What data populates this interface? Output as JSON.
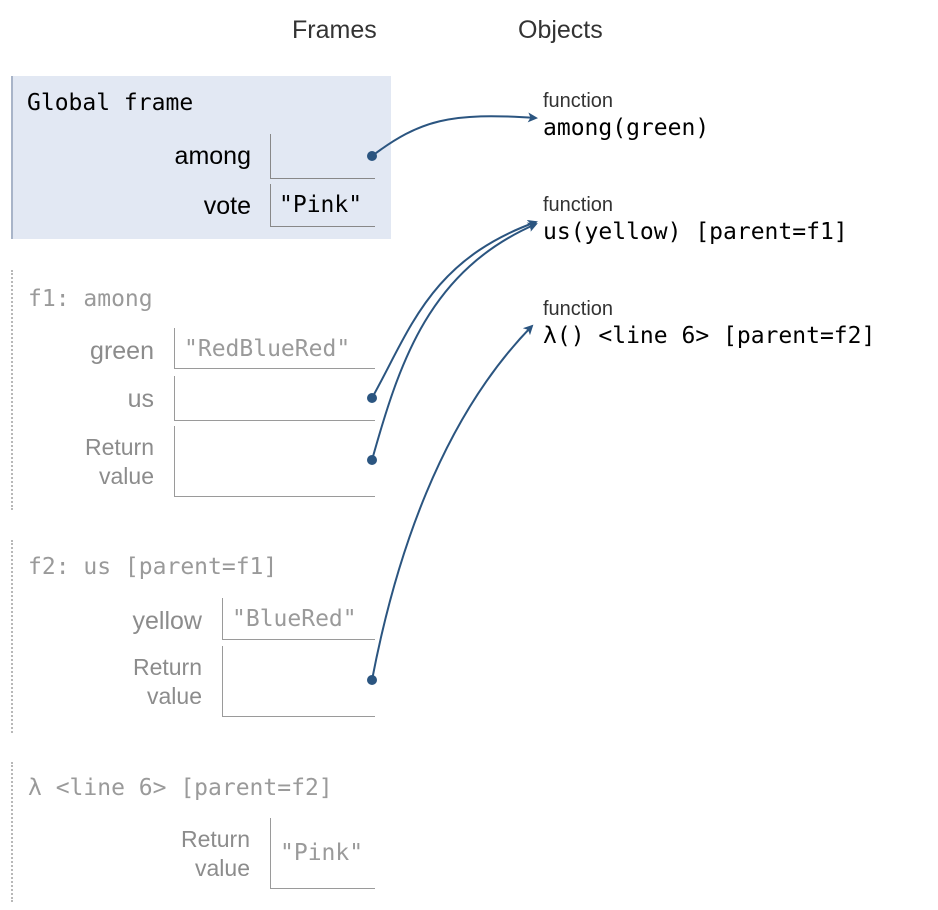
{
  "headers": {
    "frames": "Frames",
    "objects": "Objects"
  },
  "global_frame": {
    "title": "Global frame",
    "vars": [
      {
        "name": "among",
        "value": ""
      },
      {
        "name": "vote",
        "value": "\"Pink\""
      }
    ]
  },
  "f1": {
    "title": "f1: among",
    "vars": [
      {
        "name": "green",
        "value": "\"RedBlueRed\""
      },
      {
        "name": "us",
        "value": ""
      }
    ],
    "return_label": [
      "Return",
      "value"
    ]
  },
  "f2": {
    "title": "f2: us [parent=f1]",
    "vars": [
      {
        "name": "yellow",
        "value": "\"BlueRed\""
      }
    ],
    "return_label": [
      "Return",
      "value"
    ]
  },
  "f3": {
    "title": "λ <line 6> [parent=f2]",
    "return_label": [
      "Return",
      "value"
    ],
    "return_value": "\"Pink\""
  },
  "objects": [
    {
      "type": "function",
      "signature": "among(green)"
    },
    {
      "type": "function",
      "signature": "us(yellow) [parent=f1]"
    },
    {
      "type": "function",
      "signature": "λ() <line 6> [parent=f2]"
    }
  ],
  "colors": {
    "global_frame_bg": "#e2e8f3",
    "arrow": "#2b5580",
    "frame_border": "#9a9a9a"
  }
}
